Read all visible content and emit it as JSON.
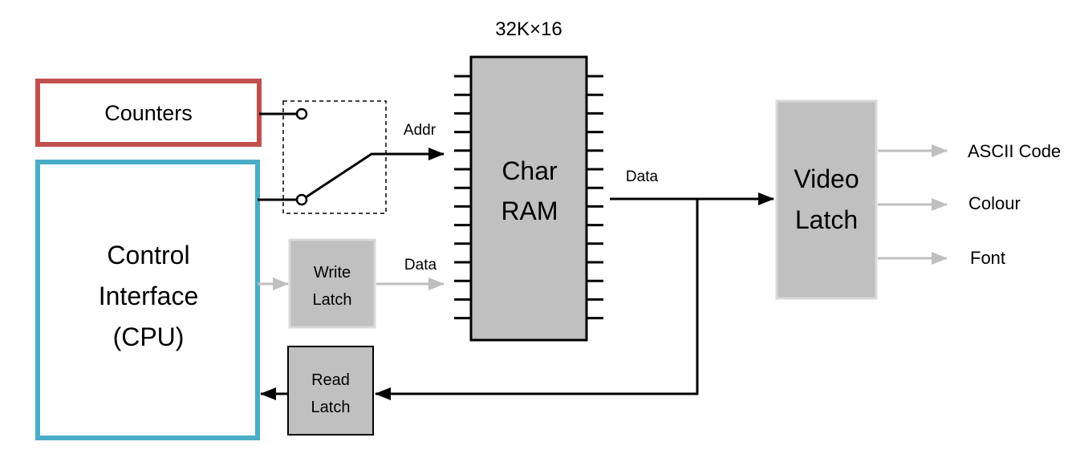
{
  "ram": {
    "size_label": "32K×16",
    "name_line1": "Char",
    "name_line2": "RAM"
  },
  "counters": {
    "label": "Counters"
  },
  "cpu": {
    "line1": "Control",
    "line2": "Interface",
    "line3": "(CPU)"
  },
  "write_latch": {
    "line1": "Write",
    "line2": "Latch"
  },
  "read_latch": {
    "line1": "Read",
    "line2": "Latch"
  },
  "video_latch": {
    "line1": "Video",
    "line2": "Latch"
  },
  "signals": {
    "addr": "Addr",
    "write_data": "Data",
    "ram_data": "Data"
  },
  "outputs": [
    "ASCII Code",
    "Colour",
    "Font"
  ],
  "colors": {
    "counters_border": "#c0504d",
    "cpu_border": "#4bacc6",
    "block_fill": "#c0c0c0",
    "gray_signal": "#bfbfbf",
    "line": "#000000"
  }
}
